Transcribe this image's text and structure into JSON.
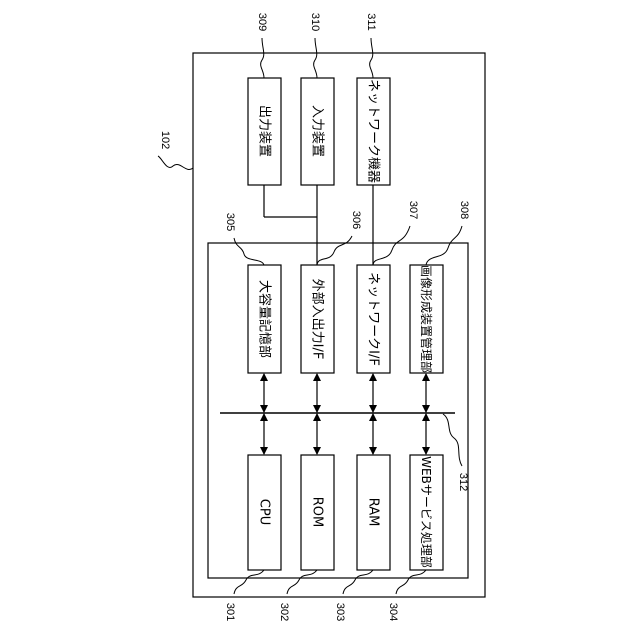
{
  "refs": {
    "device": "102",
    "output_device": "309",
    "input_device": "310",
    "network_equipment": "311",
    "mass_storage": "305",
    "external_io": "306",
    "network_if": "307",
    "image_forming_mgmt": "308",
    "bus": "312",
    "cpu": "301",
    "rom": "302",
    "ram": "303",
    "web_service": "304"
  },
  "external_devices": {
    "output": "出力装置",
    "input": "入力装置",
    "network": "ネットワーク機器"
  },
  "upper_modules": {
    "mass_storage": "大容量記憶部",
    "external_io": "外部入出力I/F",
    "network_if": "ネットワークI/F",
    "image_forming_mgmt": "画像形成装置管理部"
  },
  "lower_modules": {
    "cpu": "CPU",
    "rom": "ROM",
    "ram": "RAM",
    "web_service": "WEBサービス処理部"
  }
}
